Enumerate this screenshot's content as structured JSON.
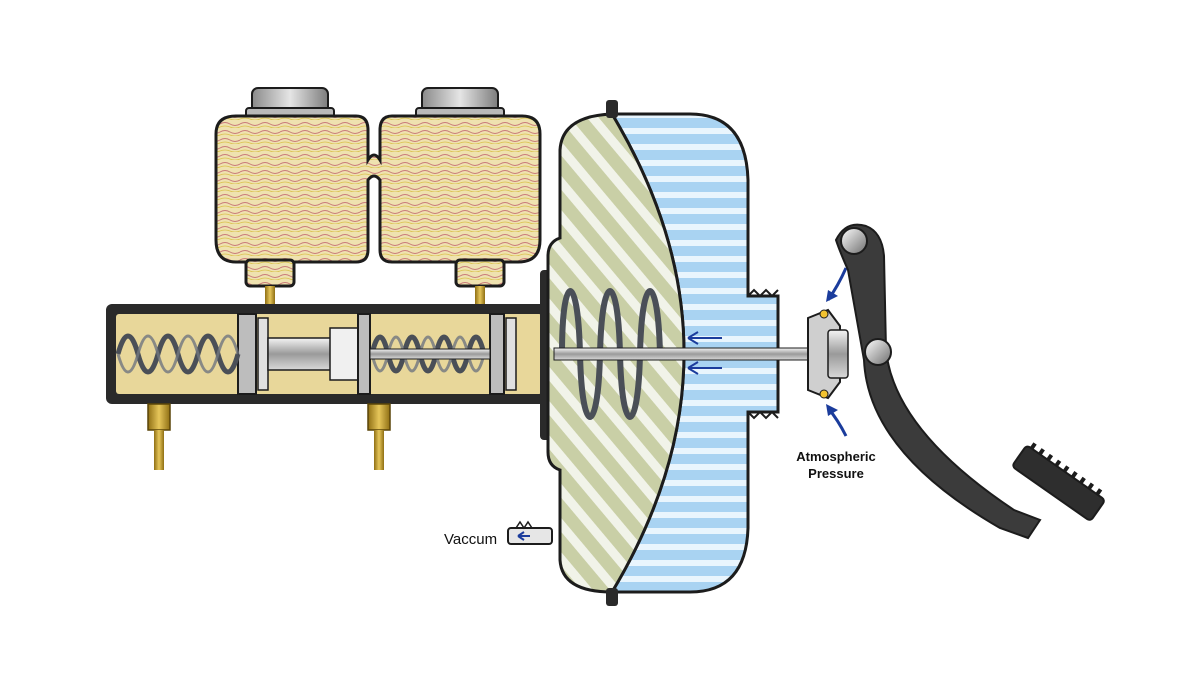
{
  "labels": {
    "vacuum": "Vaccum",
    "atmospheric_line1": "Atmospheric",
    "atmospheric_line2": "Pressure"
  },
  "colors": {
    "outline": "#1c1c1c",
    "reservoir_fill": "#efe2b0",
    "reservoir_wave_red": "#c97a7a",
    "reservoir_wave_yellow": "#d9c14a",
    "cylinder_body": "#2a2a2a",
    "cylinder_fluid": "#e8d79a",
    "spring": "#4a4f57",
    "booster_front": "#c9cfa6",
    "booster_hatch": "#ffffff",
    "booster_rear": "#a9d3f2",
    "booster_stripe": "#e9f5fd",
    "arrow_blue": "#1b3c9c",
    "pedal": "#3b3b3b",
    "brass": "#b8952c",
    "valve_dot": "#f2c230"
  },
  "icons": [
    "reservoir-cap-icon",
    "atmospheric-arrow-icon",
    "flow-arrow-icon"
  ]
}
